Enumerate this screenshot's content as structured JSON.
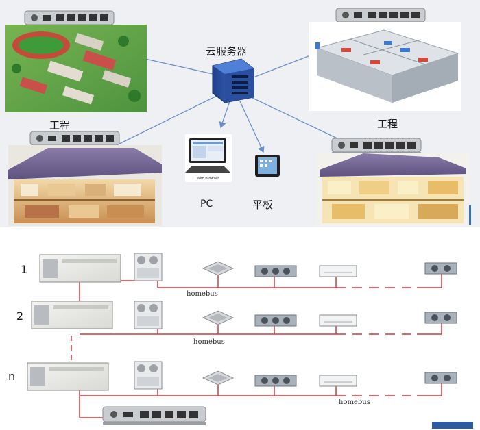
{
  "top": {
    "server_label": "云服务器",
    "project_left_label": "工程",
    "project_right_label": "工程",
    "pc_label": "PC",
    "tablet_label": "平板",
    "pc_screen_text": "Web browser"
  },
  "bottom": {
    "rows": [
      {
        "index_label": "1",
        "bus_label": "homebus"
      },
      {
        "index_label": "2",
        "bus_label": "homebus"
      },
      {
        "index_label": "n",
        "bus_label": "homebus"
      }
    ]
  },
  "colors": {
    "network_line": "#6a8fc8",
    "bus_line": "#d43a3a",
    "server_body": "#2d55a8",
    "background_top": "#eef0f3"
  }
}
